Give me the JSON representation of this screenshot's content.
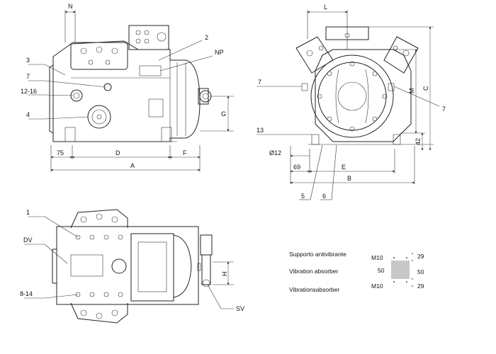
{
  "side_view": {
    "callouts": {
      "n": "N",
      "c2": "2",
      "np": "NP",
      "c3": "3",
      "c7": "7",
      "c12_16": "12-16",
      "c4": "4"
    },
    "dims": {
      "d75": "75",
      "d": "D",
      "f": "F",
      "a": "A",
      "g": "G"
    }
  },
  "front_view": {
    "callouts": {
      "c7_left": "7",
      "c7_right": "7",
      "c13": "13",
      "c5": "5",
      "c6": "6"
    },
    "dims": {
      "l": "L",
      "m": "M",
      "c": "C",
      "d42": "42",
      "dia12": "Ø12",
      "d69": "69",
      "e": "E",
      "b": "B"
    }
  },
  "top_view": {
    "callouts": {
      "c1": "1",
      "dv": "DV",
      "c8_14": "8-14",
      "sv": "SV"
    },
    "dims": {
      "h": "H"
    }
  },
  "legend": {
    "label_it": "Supporto antivibrante",
    "label_en": "Vibration absorber",
    "label_de": "Vibrationsabsorber",
    "top_left": "M10",
    "top_right": "29",
    "mid_left": "50",
    "mid_right": "50",
    "bottom_left": "M10",
    "bottom_right": "29",
    "pad_color": "#c8c8c8"
  }
}
